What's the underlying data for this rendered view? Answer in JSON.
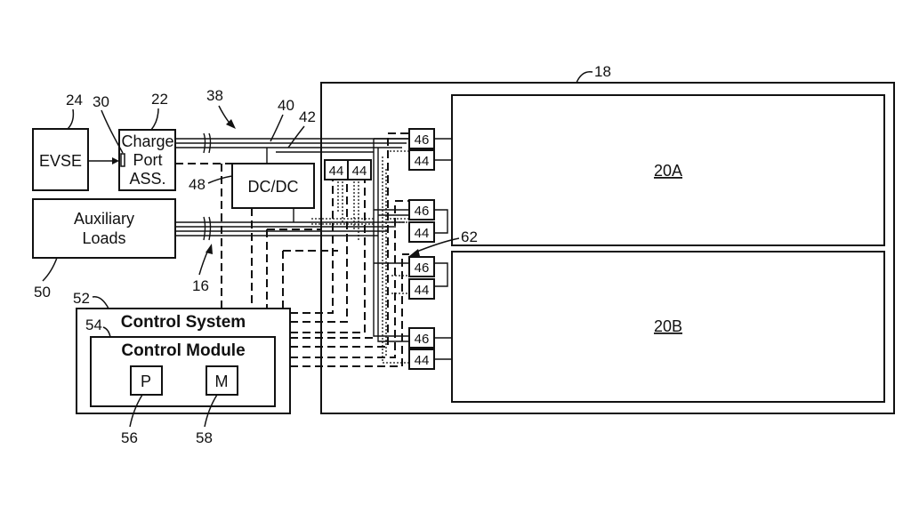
{
  "components": {
    "evse": "EVSE",
    "charge_port": [
      "Charge",
      "Port",
      "ASS."
    ],
    "auxiliary_loads": [
      "Auxiliary",
      "Loads"
    ],
    "dcdc": "DC/DC",
    "control_system": "Control System",
    "control_module": "Control Module",
    "processor": "P",
    "memory": "M",
    "battery_a": "20A",
    "battery_b": "20B",
    "switch_44": "44",
    "switch_46": "46"
  },
  "reference_numerals": {
    "r18": "18",
    "r24": "24",
    "r30": "30",
    "r22": "22",
    "r38": "38",
    "r40": "40",
    "r42": "42",
    "r48": "48",
    "r16": "16",
    "r50": "50",
    "r52": "52",
    "r54": "54",
    "r56": "56",
    "r58": "58",
    "r62": "62"
  }
}
